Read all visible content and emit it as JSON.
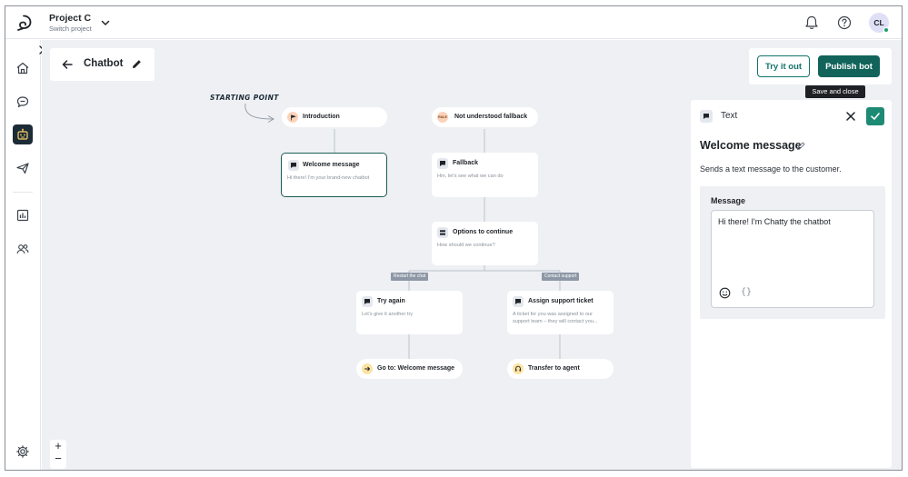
{
  "topbar": {
    "project_name": "Project C",
    "project_sub": "Switch project",
    "avatar_initials": "CL"
  },
  "rail": {
    "items": [
      "home-icon",
      "chat-icon",
      "bot-icon",
      "send-icon",
      "reports-icon",
      "contacts-icon"
    ],
    "active": "bot-icon",
    "settings": "gear-icon"
  },
  "header": {
    "title": "Chatbot",
    "try_label": "Try it out",
    "publish_label": "Publish bot"
  },
  "canvas": {
    "starting_point": "STARTING POINT",
    "nodes": {
      "introduction": {
        "title": "Introduction"
      },
      "welcome": {
        "title": "Welcome message",
        "desc": "Hi there! I'm your brand-new chatbot"
      },
      "not_understood": {
        "title": "Not understood fallback",
        "badge": "RULE"
      },
      "fallback": {
        "title": "Fallback",
        "desc": "Hm, let's see what we can do"
      },
      "options": {
        "title": "Options to continue",
        "desc": "How should we continue?"
      },
      "try_again": {
        "title": "Try again",
        "desc": "Let's give it another try"
      },
      "assign": {
        "title": "Assign support ticket",
        "desc1": "A ticket for you was assigned to our",
        "desc2": "support team – they will contact you..."
      },
      "goto": {
        "title": "Go to: Welcome message"
      },
      "transfer": {
        "title": "Transfer to agent"
      }
    },
    "edge_labels": {
      "restart": "Restart the chat",
      "contact": "Contact support"
    },
    "zoom_in": "+",
    "zoom_out": "−"
  },
  "panel": {
    "type": "Text",
    "tooltip": "Save and close",
    "title": "Welcome message",
    "description": "Sends a text message to the customer.",
    "message_label": "Message",
    "message_value": "Hi there! I'm Chatty the chatbot",
    "variable_glyph": "{}"
  },
  "colors": {
    "primary": "#12645b",
    "accent": "#1d8a74",
    "canvas": "#eef0f4",
    "rail_active": "#1d2b36",
    "online": "#1aa06d"
  }
}
